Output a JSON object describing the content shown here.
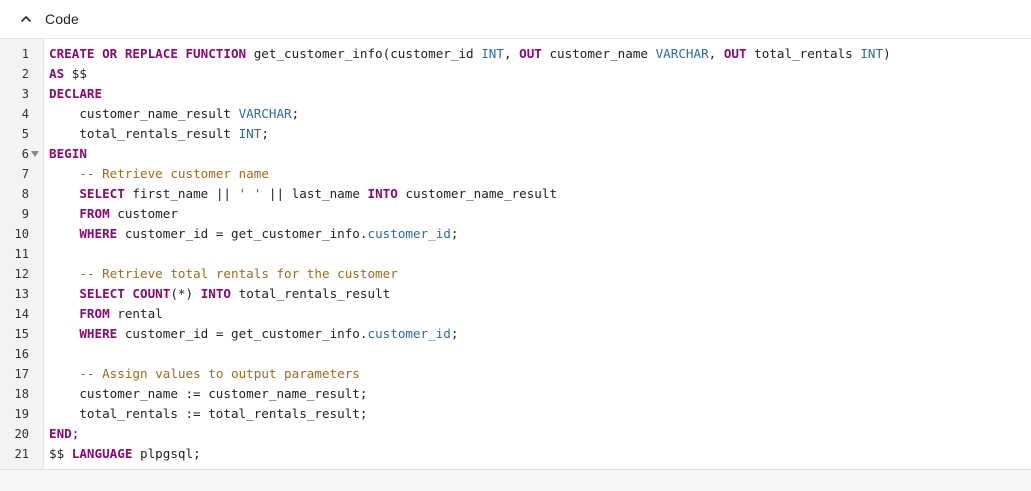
{
  "header": {
    "title": "Code",
    "toggle_icon": "chevron-up-icon"
  },
  "editor": {
    "fold_line": 6,
    "lines": [
      {
        "n": "1",
        "tokens": [
          [
            "kw",
            "CREATE OR REPLACE FUNCTION"
          ],
          [
            "tx",
            " get_customer_info(customer_id "
          ],
          [
            "ty",
            "INT"
          ],
          [
            "tx",
            ", "
          ],
          [
            "kw",
            "OUT"
          ],
          [
            "tx",
            " customer_name "
          ],
          [
            "ty",
            "VARCHAR"
          ],
          [
            "tx",
            ", "
          ],
          [
            "kw",
            "OUT"
          ],
          [
            "tx",
            " total_rentals "
          ],
          [
            "ty",
            "INT"
          ],
          [
            "tx",
            ")"
          ]
        ]
      },
      {
        "n": "2",
        "tokens": [
          [
            "kw",
            "AS"
          ],
          [
            "tx",
            " $$"
          ]
        ]
      },
      {
        "n": "3",
        "tokens": [
          [
            "kw",
            "DECLARE"
          ]
        ]
      },
      {
        "n": "4",
        "tokens": [
          [
            "tx",
            "    customer_name_result "
          ],
          [
            "ty",
            "VARCHAR"
          ],
          [
            "tx",
            ";"
          ]
        ]
      },
      {
        "n": "5",
        "tokens": [
          [
            "tx",
            "    total_rentals_result "
          ],
          [
            "ty",
            "INT"
          ],
          [
            "tx",
            ";"
          ]
        ]
      },
      {
        "n": "6",
        "tokens": [
          [
            "kw",
            "BEGIN"
          ]
        ]
      },
      {
        "n": "7",
        "tokens": [
          [
            "tx",
            "    "
          ],
          [
            "cm",
            "-- Retrieve customer name"
          ]
        ]
      },
      {
        "n": "8",
        "tokens": [
          [
            "tx",
            "    "
          ],
          [
            "kw",
            "SELECT"
          ],
          [
            "tx",
            " first_name || "
          ],
          [
            "st",
            "' '"
          ],
          [
            "tx",
            " || last_name "
          ],
          [
            "kw",
            "INTO"
          ],
          [
            "tx",
            " customer_name_result"
          ]
        ]
      },
      {
        "n": "9",
        "tokens": [
          [
            "tx",
            "    "
          ],
          [
            "kw",
            "FROM"
          ],
          [
            "tx",
            " customer"
          ]
        ]
      },
      {
        "n": "10",
        "tokens": [
          [
            "tx",
            "    "
          ],
          [
            "kw",
            "WHERE"
          ],
          [
            "tx",
            " customer_id = get_customer_info."
          ],
          [
            "ty",
            "customer_id"
          ],
          [
            "tx",
            ";"
          ]
        ]
      },
      {
        "n": "11",
        "tokens": []
      },
      {
        "n": "12",
        "tokens": [
          [
            "tx",
            "    "
          ],
          [
            "cm",
            "-- Retrieve total rentals for the customer"
          ]
        ]
      },
      {
        "n": "13",
        "tokens": [
          [
            "tx",
            "    "
          ],
          [
            "kw",
            "SELECT COUNT"
          ],
          [
            "tx",
            "(*) "
          ],
          [
            "kw",
            "INTO"
          ],
          [
            "tx",
            " total_rentals_result"
          ]
        ]
      },
      {
        "n": "14",
        "tokens": [
          [
            "tx",
            "    "
          ],
          [
            "kw",
            "FROM"
          ],
          [
            "tx",
            " rental"
          ]
        ]
      },
      {
        "n": "15",
        "tokens": [
          [
            "tx",
            "    "
          ],
          [
            "kw",
            "WHERE"
          ],
          [
            "tx",
            " customer_id = get_customer_info."
          ],
          [
            "ty",
            "customer_id"
          ],
          [
            "tx",
            ";"
          ]
        ]
      },
      {
        "n": "16",
        "tokens": []
      },
      {
        "n": "17",
        "tokens": [
          [
            "tx",
            "    "
          ],
          [
            "cm",
            "-- Assign values to output parameters"
          ]
        ]
      },
      {
        "n": "18",
        "tokens": [
          [
            "tx",
            "    customer_name := customer_name_result;"
          ]
        ]
      },
      {
        "n": "19",
        "tokens": [
          [
            "tx",
            "    total_rentals := total_rentals_result;"
          ]
        ]
      },
      {
        "n": "20",
        "tokens": [
          [
            "kw",
            "END"
          ],
          [
            "tx",
            ";"
          ]
        ]
      },
      {
        "n": "21",
        "tokens": [
          [
            "tx",
            "$$ "
          ],
          [
            "kw",
            "LANGUAGE"
          ],
          [
            "tx",
            " plpgsql;"
          ]
        ]
      }
    ]
  }
}
